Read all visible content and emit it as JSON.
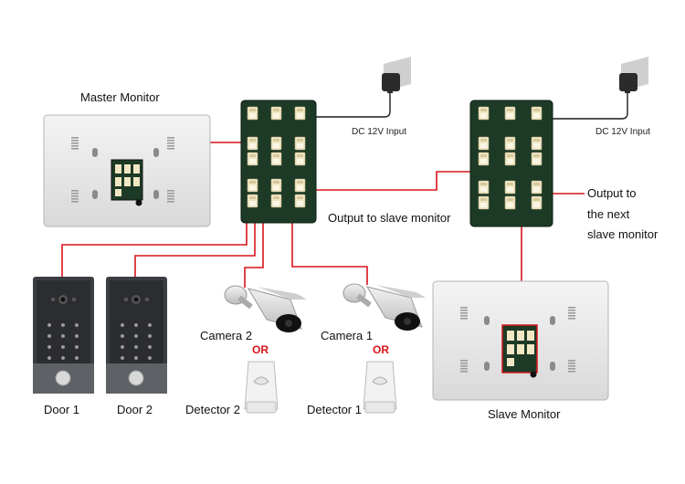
{
  "diagram": {
    "labels": {
      "master_monitor": "Master Monitor",
      "slave_monitor": "Slave Monitor",
      "dc_input_1": "DC 12V Input",
      "dc_input_2": "DC 12V Input",
      "output_to_slave": "Output to slave monitor",
      "output_next_1": "Output to",
      "output_next_2": "the next",
      "output_next_3": "slave monitor",
      "door_1": "Door 1",
      "door_2": "Door 2",
      "camera_2": "Camera 2",
      "camera_1": "Camera 1",
      "or_left": "OR",
      "or_right": "OR",
      "detector_2": "Detector 2",
      "detector_1": "Detector 1"
    },
    "colors": {
      "wire": "#d7141a",
      "board": "#1d3a26",
      "connector": "#f1e7c4",
      "monitor_face": "#e9e9e9",
      "door_panel": "#3a3d41"
    }
  }
}
